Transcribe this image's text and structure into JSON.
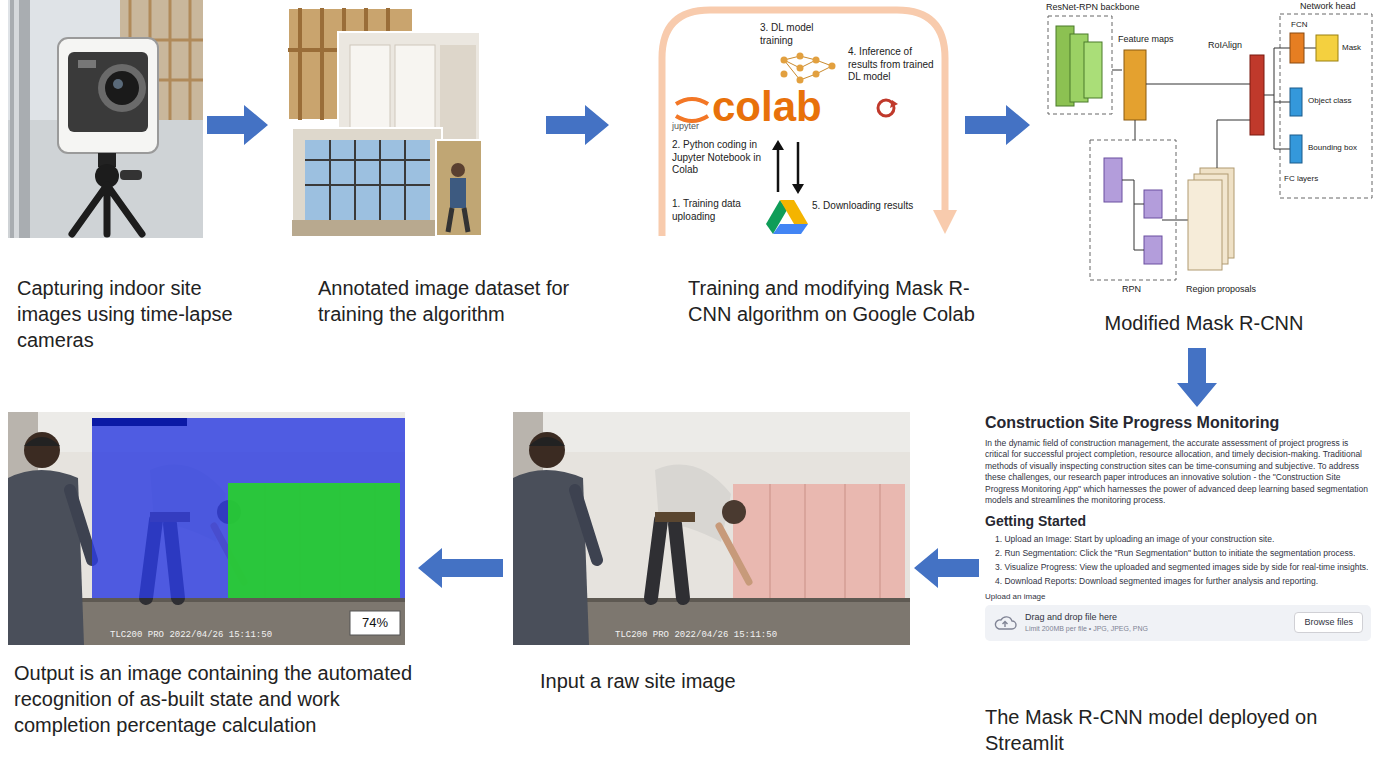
{
  "diagram": {
    "nodes": [
      {
        "text": [
          "Capturing indoor site images using time-lapse cameras"
        ]
      },
      {
        "text": [
          "Annotated image dataset for training the algorithm"
        ]
      },
      {
        "text": [
          "Training and modifying Mask R-CNN algorithm on Google Colab"
        ]
      },
      {
        "text": [
          "Modified Mask R-CNN"
        ]
      },
      {
        "text": [
          "Output is an image containing the automated recognition of as-built state and work completion percentage calculation"
        ]
      },
      {
        "text": [
          "Input a raw site image"
        ]
      },
      {
        "text": [
          "The Mask R-CNN model deployed on Streamlit"
        ]
      }
    ],
    "edges": [
      {
        "from": 0,
        "to": 1,
        "arrow": "to"
      },
      {
        "from": 1,
        "to": 2,
        "arrow": "to"
      },
      {
        "from": 2,
        "to": 3,
        "arrow": "to"
      },
      {
        "from": 3,
        "to": 6,
        "arrow": "to"
      },
      {
        "from": 6,
        "to": 5,
        "arrow": "to"
      },
      {
        "from": 5,
        "to": 4,
        "arrow": "to"
      }
    ],
    "labels": [
      "3. DL model training",
      "jupyter",
      "2. Python coding in Jupyter Notebook in Colab",
      "colab",
      "4. Inference of results from trained DL model",
      "1. Training data uploading",
      "5. Downloading results",
      "ResNet-RPN backbone",
      "Feature maps",
      "Network head",
      "FCN",
      "Mask",
      "RoIAlign",
      "Object class",
      "FC layers",
      "Bounding box",
      "RPN",
      "Region proposals",
      "TLC200 PRO 2022/04/26 15:11:50",
      "74%",
      "TLC200 PRO 2022/04/26 15:11:50",
      "Construction Site Progress Monitoring",
      "In the dynamic field of construction management, the accurate assessment of project progress is critical for successful project completion, resource allocation, and timely decision-making. Traditional methods of visually inspecting construction sites can be time-consuming and subjective. To address these challenges, our research paper introduces an innovative solution - the \"Construction Site Progress Monitoring App\" which harnesses the power of advanced deep learning based segmentation models and streamlines the monitoring process.",
      "Getting Started",
      "1. Upload an Image: Start by uploading an image of your construction site.",
      "2. Run Segmentation: Click the \"Run Segmentation\" button to initiate the segmentation process.",
      "3. Visualize Progress: View the uploaded and segmented images side by side for real-time insights.",
      "4. Download Reports: Download segmented images for further analysis and reporting.",
      "Upload an image",
      "Drag and drop file here",
      "Limit 200MB per file • JPG, JPEG, PNG",
      "Browse files"
    ]
  }
}
